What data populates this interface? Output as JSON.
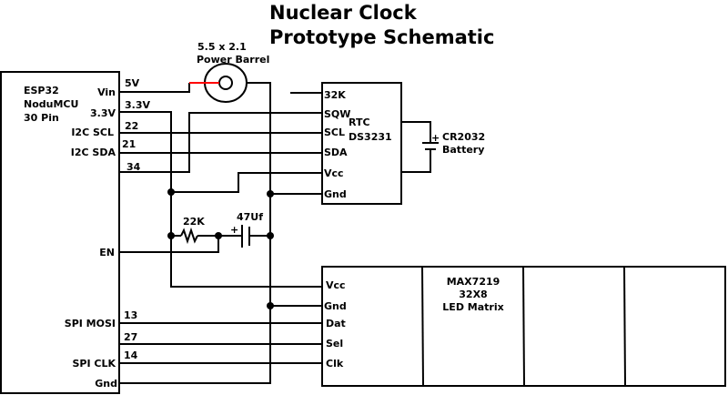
{
  "title": {
    "line1": "Nuclear Clock",
    "line2": "Prototype Schematic"
  },
  "esp32": {
    "name_lines": [
      "ESP32",
      "NoduMCU",
      "30 Pin"
    ],
    "pins": {
      "vin": "Vin",
      "v33": "3.3V",
      "scl": "I2C SCL",
      "sda": "I2C SDA",
      "en": "EN",
      "mosi": "SPI MOSI",
      "clk": "SPI CLK",
      "gnd": "Gnd"
    },
    "pin_numbers": {
      "v5": "5V",
      "v33": "3.3V",
      "scl": "22",
      "sda": "21",
      "sqw": "34",
      "mosi": "13",
      "sel": "27",
      "clk": "14"
    }
  },
  "power_barrel": {
    "label_lines": [
      "5.5 x 2.1",
      "Power Barrel"
    ]
  },
  "rtc": {
    "name_lines": [
      "RTC",
      "DS3231"
    ],
    "pins": {
      "p32k": "32K",
      "sqw": "SQW",
      "scl": "SCL",
      "sda": "SDA",
      "vcc": "Vcc",
      "gnd": "Gnd"
    }
  },
  "battery": {
    "label_lines": [
      "CR2032",
      "Battery"
    ],
    "plus": "+"
  },
  "resistor": {
    "label": "22K"
  },
  "capacitor": {
    "label": "47Uf",
    "plus": "+"
  },
  "matrix": {
    "name_lines": [
      "MAX7219",
      "32X8",
      "LED Matrix"
    ],
    "pins": {
      "vcc": "Vcc",
      "gnd": "Gnd",
      "dat": "Dat",
      "sel": "Sel",
      "clk": "Clk"
    }
  },
  "colors": {
    "wire": "#000000",
    "highlight_wire": "#ff0000"
  }
}
